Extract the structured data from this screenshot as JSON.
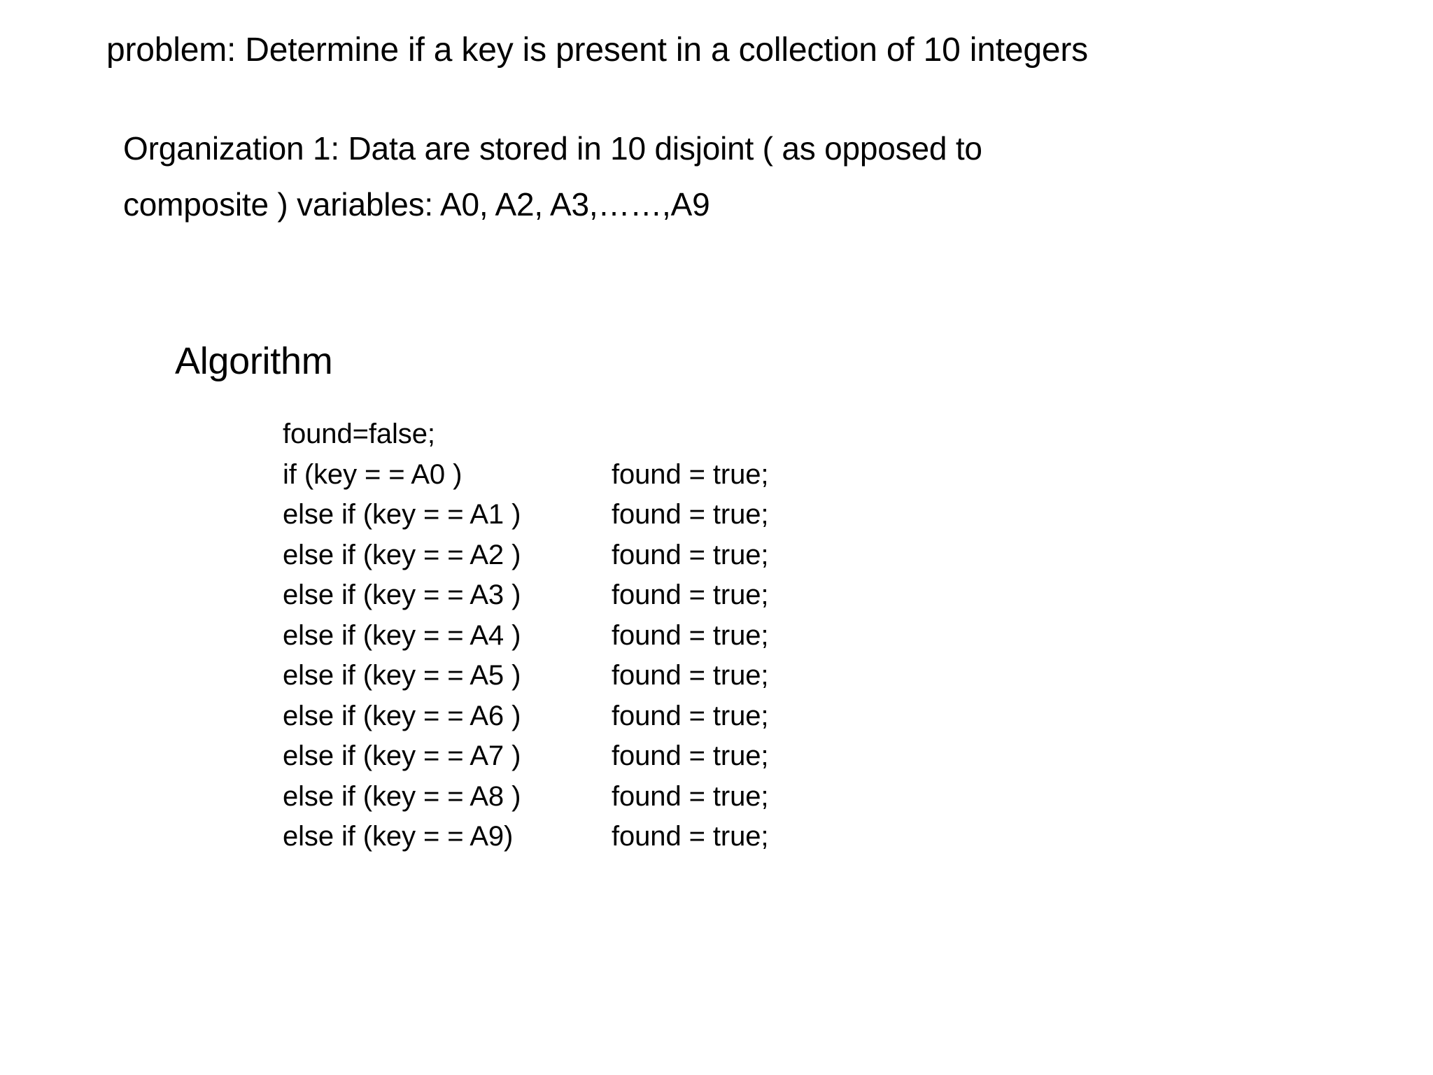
{
  "slide": {
    "background_color": "#ffffff",
    "text_color": "#000000",
    "problem_title": "problem: Determine if a key is present in a collection of 10 integers",
    "organization": {
      "lines": [
        "Organization 1: Data are stored in 10 disjoint ( as opposed to",
        "composite ) variables: A0, A2, A3,……,A9"
      ]
    },
    "algorithm": {
      "heading": "Algorithm",
      "code_lines": [
        {
          "condition": "found=false;",
          "action": ""
        },
        {
          "condition": "if (key = = A0 )",
          "action": "found = true;"
        },
        {
          "condition": "else if (key = = A1 )",
          "action": "found = true;"
        },
        {
          "condition": "else if (key = = A2 )",
          "action": "found = true;"
        },
        {
          "condition": "else if (key = = A3 )",
          "action": "found = true;"
        },
        {
          "condition": "else if (key = = A4 )",
          "action": "found = true;"
        },
        {
          "condition": "else if (key = = A5 )",
          "action": "found = true;"
        },
        {
          "condition": "else if (key = = A6 )",
          "action": "found = true;"
        },
        {
          "condition": "else if (key = = A7 )",
          "action": "found = true;"
        },
        {
          "condition": "else if (key = = A8 )",
          "action": "found = true;"
        },
        {
          "condition": "else if (key = = A9)",
          "action": "found = true;"
        }
      ]
    }
  }
}
